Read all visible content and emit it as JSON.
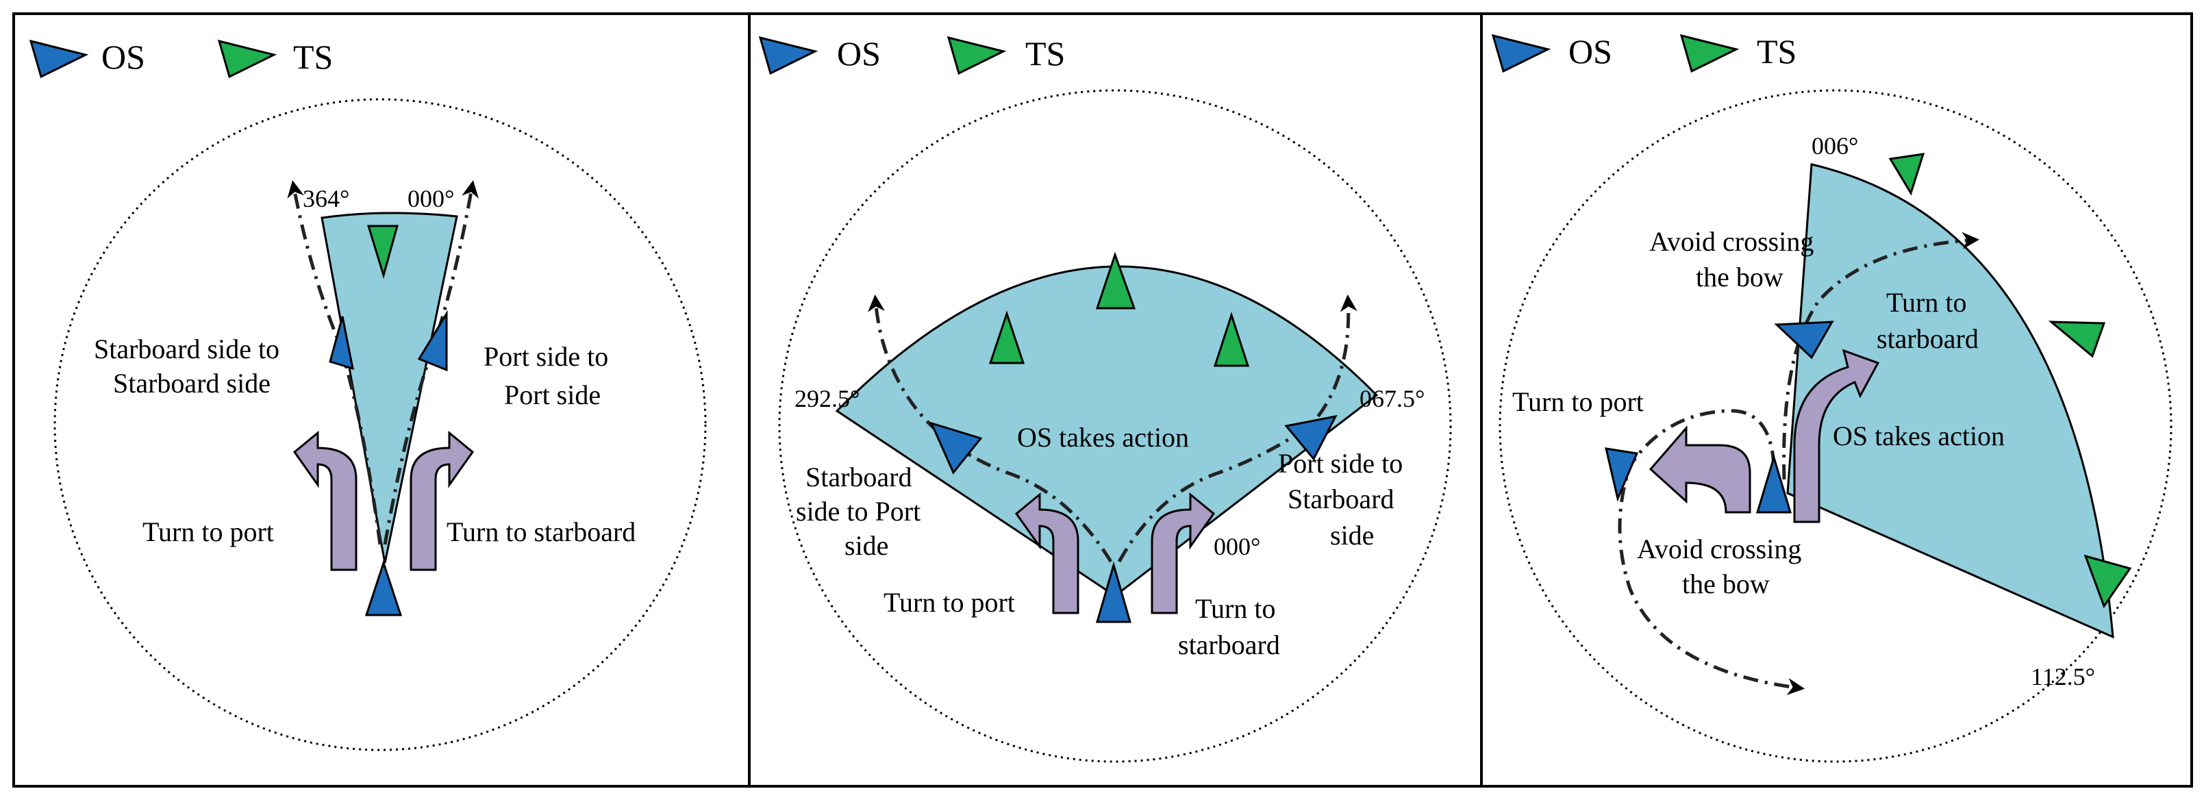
{
  "colors": {
    "own_ship": "#1f6fbf",
    "target_ship": "#1fb050",
    "sector": "#92cddb",
    "action_arrow": "#aa9ec4",
    "outline": "#000000",
    "background": "#ffffff"
  },
  "icons": {
    "own_ship": "blue-triangle",
    "target_ship": "green-triangle",
    "action": "curved-purple-arrow"
  },
  "panels": [
    {
      "legend": {
        "os": "OS",
        "ts": "TS"
      },
      "angles": {
        "left": "364°",
        "right": "000°"
      },
      "labels": {
        "left_side": [
          "Starboard side to",
          "Starboard side"
        ],
        "right_side": [
          "Port side to",
          "Port side"
        ],
        "turn_left": "Turn to port",
        "turn_right": "Turn to starboard"
      }
    },
    {
      "legend": {
        "os": "OS",
        "ts": "TS"
      },
      "angles": {
        "left": "292.5°",
        "right": "067.5°",
        "bottom": "000°"
      },
      "labels": {
        "center": "OS takes action",
        "left_side": [
          "Starboard",
          "side to Port",
          "side"
        ],
        "right_side": [
          "Port side to",
          "Starboard",
          "side"
        ],
        "turn_left": "Turn to port",
        "turn_right": [
          "Turn to",
          "starboard"
        ]
      }
    },
    {
      "legend": {
        "os": "OS",
        "ts": "TS"
      },
      "angles": {
        "top": "006°",
        "bottom": "112.5°"
      },
      "labels": {
        "avoid_top": [
          "Avoid crossing",
          "the bow"
        ],
        "turn_starboard": [
          "Turn to",
          "starboard"
        ],
        "turn_port": "Turn to port",
        "action": "OS takes action",
        "avoid_bottom": [
          "Avoid crossing",
          "the bow"
        ]
      }
    }
  ]
}
